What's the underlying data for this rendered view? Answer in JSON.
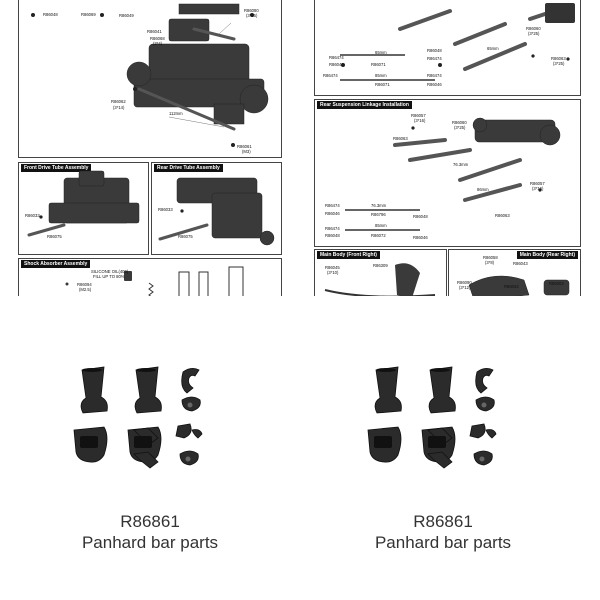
{
  "left_sheet": {
    "titles": {
      "front_drive_tube": "Front Drive Tube Assembly",
      "rear_drive_tube": "Rear Drive Tube Assembly",
      "shock_absorber": "Shock Absorber Assembly"
    },
    "labels": {
      "a1": "R86048",
      "a2": "R86069",
      "a3": "R86049",
      "a4": "R86080",
      "a5": "(3*25)",
      "a6": "R86041",
      "a7": "R86068",
      "a8": "(3*4)",
      "a9": "R86062",
      "a10": "(3*14)",
      "a11": "112mm",
      "a12": "R86061",
      "a13": "(M3)",
      "b1": "R86033",
      "b2": "R86075",
      "c1": "R86033",
      "c2": "R86075",
      "d1": "R86094",
      "d2": "(M2.5)",
      "d3": "SILICONE OIL(400)",
      "d4": "FILL UP TO 80%"
    }
  },
  "right_sheet": {
    "titles": {
      "rear_linkage": "Rear Suspension Linkage Installation",
      "main_body_front_right": "Main Body (Front Right)",
      "main_body_rear_right": "Main Body (Rear Right)"
    },
    "labels": {
      "e1": "R86060",
      "e2": "(3*25)",
      "e3": "R86063",
      "e4": "(3*25)",
      "f1": "65mm",
      "f2": "R86048",
      "f3": "R86474",
      "f4": "R86071",
      "f5": "R86474",
      "f6": "85mm",
      "f7": "R86046",
      "f8": "R86474",
      "f9": "R86071",
      "f10": "R86474",
      "f11": "R86046",
      "f12": "65mm",
      "g1": "R86057",
      "g2": "(3*16)",
      "g3": "R86060",
      "g4": "(3*25)",
      "g5": "R86063",
      "g6": "76.3mm",
      "g7": "86mm",
      "g8": "R86057",
      "g9": "(3*16)",
      "g10": "R86063",
      "h1": "R86474",
      "h2": "R86046",
      "h3": "76.3mm",
      "h4": "R86796",
      "h5": "R86048",
      "h6": "R86474",
      "h7": "R86048",
      "h8": "85mm",
      "h9": "R86072",
      "h10": "R86046",
      "i1": "R86045",
      "i2": "(3*10)",
      "i3": "R86309",
      "i4": "R86058",
      "i5": "(3*8)",
      "i6": "R86043",
      "i7": "R86090",
      "i8": "(3*12)",
      "i9": "R86042",
      "i10": "R86003"
    }
  },
  "products": [
    {
      "code": "R86861",
      "name": "Panhard bar parts"
    },
    {
      "code": "R86861",
      "name": "Panhard bar parts"
    }
  ],
  "colors": {
    "part": "#2b2b2b",
    "part_shadow": "#111111",
    "diagram_line": "#555555",
    "title_bg": "#111111"
  }
}
